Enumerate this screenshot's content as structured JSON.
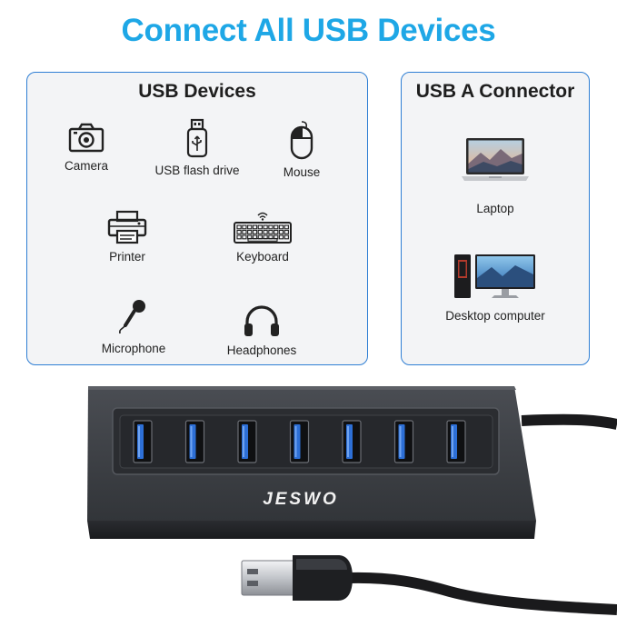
{
  "headline": {
    "text": "Connect All USB Devices",
    "color": "#1ea7e6"
  },
  "panels": {
    "devices": {
      "title": "USB Devices",
      "items": [
        {
          "label": "Camera",
          "icon": "camera-icon"
        },
        {
          "label": "USB flash drive",
          "icon": "usb-flash-drive-icon"
        },
        {
          "label": "Mouse",
          "icon": "mouse-icon"
        },
        {
          "label": "Printer",
          "icon": "printer-icon"
        },
        {
          "label": "Keyboard",
          "icon": "keyboard-icon"
        },
        {
          "label": "Microphone",
          "icon": "microphone-icon"
        },
        {
          "label": "Headphones",
          "icon": "headphones-icon"
        }
      ]
    },
    "connector": {
      "title": "USB A Connector",
      "items": [
        {
          "label": "Laptop",
          "icon": "laptop-icon"
        },
        {
          "label": "Desktop computer",
          "icon": "desktop-computer-icon"
        }
      ]
    }
  },
  "product": {
    "brand": "JESWO",
    "usb_port_count": 7
  },
  "colors": {
    "panel_border": "#2f7fd4",
    "hub_body": "#3b3e44",
    "port_blue": "#2d6fd6"
  }
}
